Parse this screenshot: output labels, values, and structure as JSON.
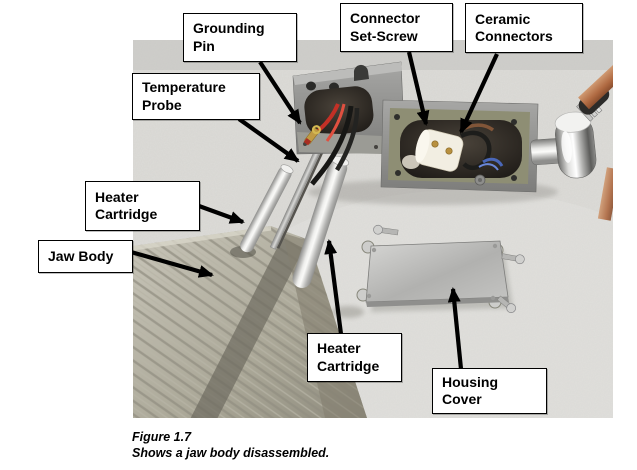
{
  "colors": {
    "page-bg": "#ffffff",
    "label-bg": "#ffffff",
    "label-border": "#000000",
    "arrow": "#000000",
    "caption-text": "#000000",
    "photo-bg": "#d6d5d1"
  },
  "labels": {
    "grounding_pin": "Grounding\nPin",
    "connector_set_screw": "Connector\nSet-Screw",
    "ceramic_connectors": "Ceramic\nConnectors",
    "temperature_probe": "Temperature\nProbe",
    "heater_cartridge_upper": "Heater\nCartridge",
    "jaw_body": "Jaw Body",
    "heater_cartridge_lower": "Heater\nCartridge",
    "housing_cover": "Housing\nCover"
  },
  "caption": {
    "title": "Figure 1.7",
    "text": "Shows a jaw body disassembled."
  }
}
